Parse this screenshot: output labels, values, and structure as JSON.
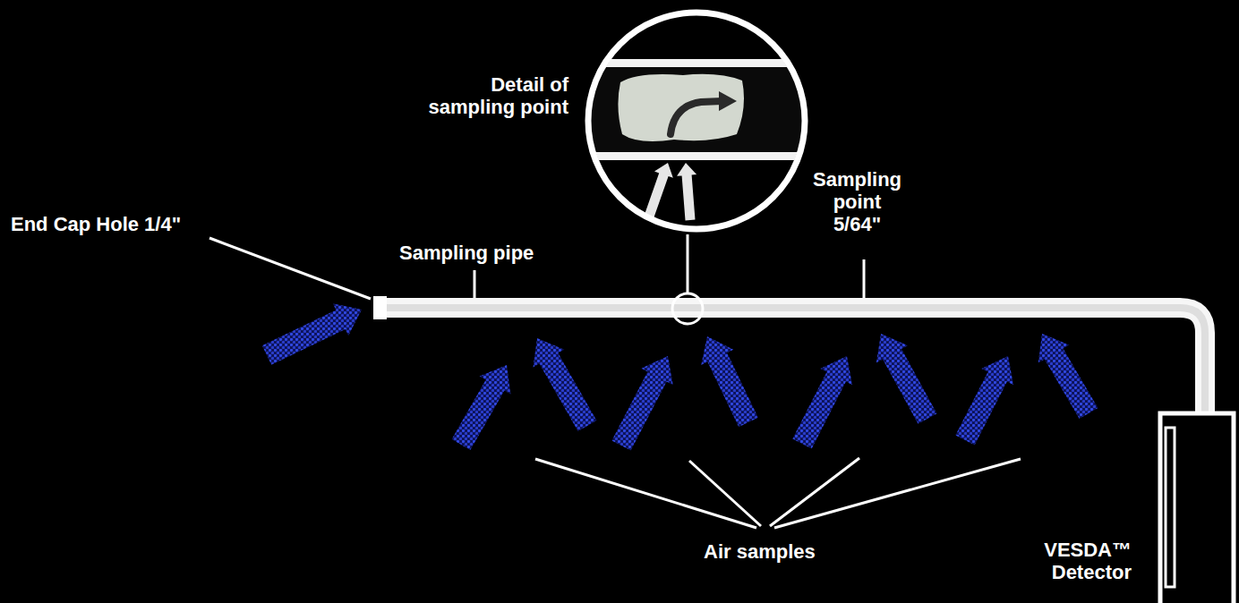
{
  "diagram": {
    "nodes": [
      {
        "text": [
          "Detail of sampling point"
        ]
      },
      {
        "text": [
          "VESDA™ Detector"
        ]
      }
    ],
    "labels": [
      "End Cap Hole 1/4\"",
      "Sampling pipe",
      "Sampling point 5/64\"",
      "Air samples"
    ]
  }
}
